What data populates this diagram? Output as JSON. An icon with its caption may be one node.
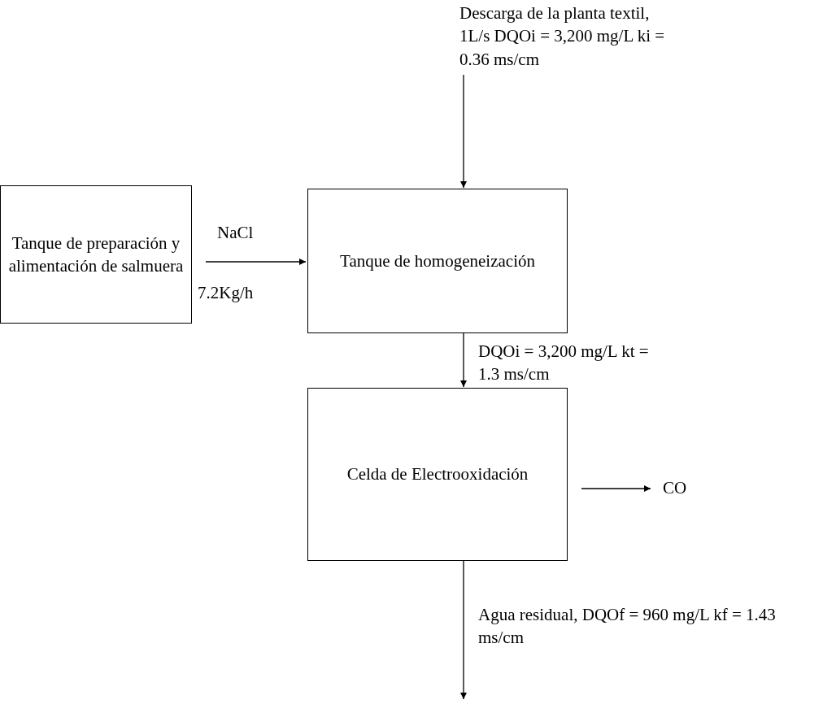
{
  "diagram": {
    "nodes": [
      {
        "text": [
          "Descarga de la planta textil, 1L/s DQOi = 3,200 mg/L ki = 0.36 ms/cm"
        ]
      },
      {
        "text": [
          "Tanque de preparación y alimentación de salmuera"
        ]
      },
      {
        "text": [
          "Tanque de homogeneización"
        ]
      },
      {
        "text": [
          "Celda de Electrooxidación"
        ]
      },
      {
        "text": [
          "CO"
        ]
      }
    ],
    "edges": [
      {
        "from": 0,
        "to": 2,
        "arrow": "to"
      },
      {
        "from": 1,
        "to": 2,
        "arrow": "to",
        "label": "NaCl"
      },
      {
        "from": 2,
        "to": 3,
        "arrow": "to",
        "label": "DQOi = 3,200 mg/L kt = 1.3 ms/cm"
      },
      {
        "from": 3,
        "to": 4,
        "arrow": "to"
      },
      {
        "from": 3,
        "to": null,
        "arrow": "to",
        "label": "Agua residual, DQOf = 960 mg/L kf = 1.43 ms/cm"
      }
    ],
    "labels": [
      "7.2Kg/h"
    ]
  }
}
